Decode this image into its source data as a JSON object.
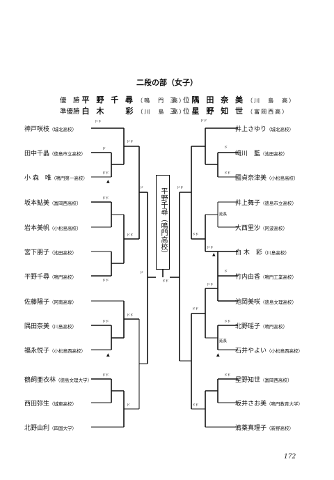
{
  "title": "二段の部（女子）",
  "results": {
    "winner_label": "優　勝",
    "winner_name": "平 野 千 尋",
    "winner_school": "（鳴　門　高）",
    "runner_label": "準優勝",
    "runner_name": "白 木　　彩",
    "runner_school": "（川　島　高）",
    "third_label": "三　位",
    "third1_name": "隅 田 奈 美",
    "third1_school": "（川　島　高）",
    "third2_name": "星 野 知 世",
    "third2_school": "（富岡西高）"
  },
  "champion_box": "平野千尋（鳴門高校）",
  "left_players": [
    {
      "name": "神戸咲枝",
      "school": "（城北高校）"
    },
    {
      "name": "田中千晶",
      "school": "（徳島市立高校）"
    },
    {
      "name": "小 森　唯",
      "school": "（鳴門第一高校）"
    },
    {
      "name": "坂本鮎美",
      "school": "（富岡西高校）"
    },
    {
      "name": "岩本美帆",
      "school": "（小松島高校）"
    },
    {
      "name": "宮下朋子",
      "school": "（池田高校）"
    },
    {
      "name": "平野千尋",
      "school": "（鳴門高校）"
    },
    {
      "name": "佐藤陽子",
      "school": "（阿南高専）"
    },
    {
      "name": "隅田奈美",
      "school": "（川島高校）"
    },
    {
      "name": "福永悦子",
      "school": "（小松島西高校）"
    },
    {
      "name": "鶴飼亜衣林",
      "school": "（徳島文理大学）"
    },
    {
      "name": "西田弥生",
      "school": "（城東高校）"
    },
    {
      "name": "北野由利",
      "school": "（四国大学）"
    }
  ],
  "right_players": [
    {
      "name": "井上さゆり",
      "school": "（城北高校）"
    },
    {
      "name": "﨑川　藍",
      "school": "（池田高校）"
    },
    {
      "name": "國貞奈津美",
      "school": "（小松島高校）"
    },
    {
      "name": "井上舞子",
      "school": "（徳島市立高校）"
    },
    {
      "name": "大西里沙",
      "school": "（阿波高校）"
    },
    {
      "name": "白 木　彩",
      "school": "（川島高校）"
    },
    {
      "name": "竹内由香",
      "school": "（鳴門工業高校）"
    },
    {
      "name": "池岡美咲",
      "school": "（徳島文理高校）"
    },
    {
      "name": "北野瑶子",
      "school": "（鳴門高校）"
    },
    {
      "name": "石井やよい",
      "school": "（小松島西高校）"
    },
    {
      "name": "星野知世",
      "school": "（富岡西高校）"
    },
    {
      "name": "坂井さお美",
      "school": "（鳴門教育大学）"
    },
    {
      "name": "清薬真理子",
      "school": "（新野高校）"
    }
  ],
  "scores": [
    "ドド",
    "ド",
    "ドド",
    "ドド",
    "ドド",
    "ド",
    "ドド",
    "ドド",
    "ド",
    "ドド",
    "ドド",
    "ドド",
    "ド",
    "ドド",
    "ドド",
    "ド",
    "ドド",
    "ドド",
    "ドド",
    "ドド",
    "ド",
    "ドド",
    "ドド",
    "ドド",
    "ドド",
    "ドド"
  ],
  "extension_label": "延長",
  "loss_mark": "▲",
  "page_number": "172"
}
